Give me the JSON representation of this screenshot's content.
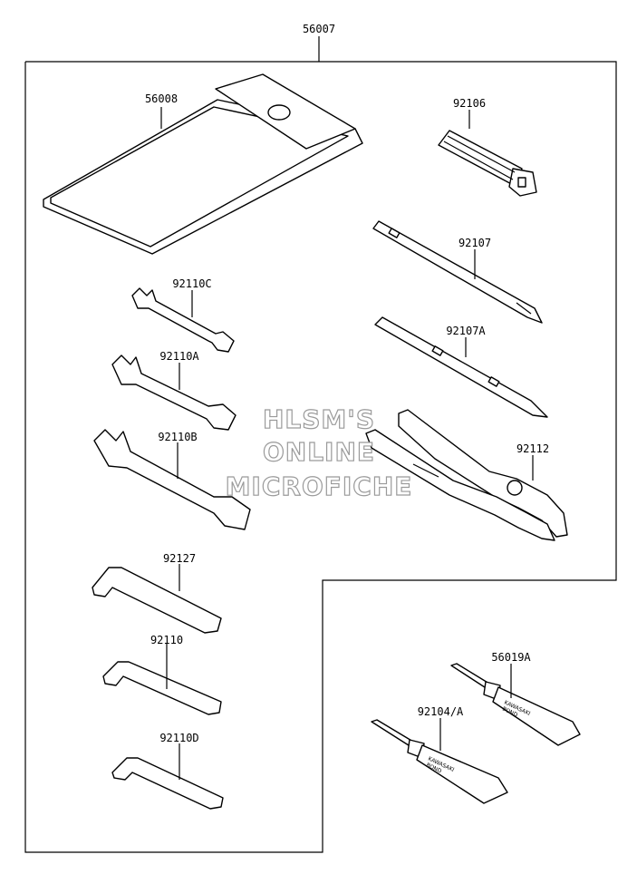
{
  "assembly_label": "56007",
  "parts": [
    {
      "key": "toolcase",
      "label": "56008"
    },
    {
      "key": "adapter",
      "label": "92106"
    },
    {
      "key": "screwdriver_phillips",
      "label": "92107"
    },
    {
      "key": "screwdriver_flat",
      "label": "92107A"
    },
    {
      "key": "wrench_small",
      "label": "92110C"
    },
    {
      "key": "wrench_medium",
      "label": "92110A"
    },
    {
      "key": "wrench_large",
      "label": "92110B"
    },
    {
      "key": "pliers",
      "label": "92112"
    },
    {
      "key": "hex_large",
      "label": "92127"
    },
    {
      "key": "hex_medium",
      "label": "92110"
    },
    {
      "key": "hex_small",
      "label": "92110D"
    },
    {
      "key": "bond_upper",
      "label": "56019A"
    },
    {
      "key": "bond_lower",
      "label": "92104/A"
    }
  ],
  "tube_text": {
    "brand": "KAWASAKI",
    "product": "BOND"
  },
  "watermark": {
    "line1": "HLSM'S",
    "line2": "ONLINE",
    "line3": "MICROFICHE"
  },
  "colors": {
    "line": "#000000",
    "background": "#ffffff",
    "watermark": "#9a9a9a"
  }
}
